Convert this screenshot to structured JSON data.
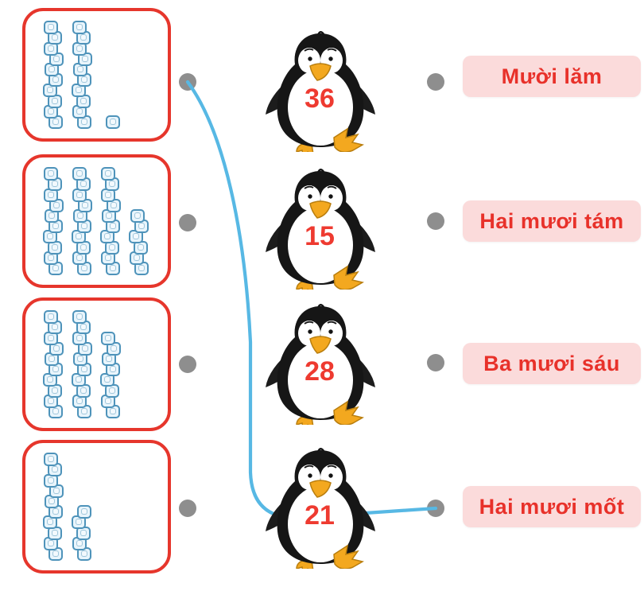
{
  "colors": {
    "box_border": "#e6362c",
    "label_bg": "#fbdbdb",
    "label_text": "#e8312a",
    "number_text": "#ee3a30",
    "line_blue": "#57b8e4",
    "dot_gray": "#8e8e8e",
    "cube_fill": "#e9f5fc",
    "cube_stroke": "#4e93ba",
    "beak_feet": "#f3a81f"
  },
  "matching": {
    "boxes": [
      {
        "name": "cubes-21",
        "stacks": [
          10,
          10,
          1
        ]
      },
      {
        "name": "cubes-36",
        "stacks": [
          10,
          10,
          10,
          6
        ]
      },
      {
        "name": "cubes-28",
        "stacks": [
          10,
          10,
          8
        ]
      },
      {
        "name": "cubes-15",
        "stacks": [
          10,
          5
        ]
      }
    ],
    "penguins": [
      {
        "number": "36"
      },
      {
        "number": "15"
      },
      {
        "number": "28"
      },
      {
        "number": "21"
      }
    ],
    "labels": [
      {
        "text": "Mười lăm"
      },
      {
        "text": "Hai mươi tám"
      },
      {
        "text": "Ba mươi sáu"
      },
      {
        "text": "Hai mươi mốt"
      }
    ],
    "connection": {
      "from": "cubes-21",
      "through": "penguin-21",
      "to": "label-hai-muoi-mot"
    }
  }
}
